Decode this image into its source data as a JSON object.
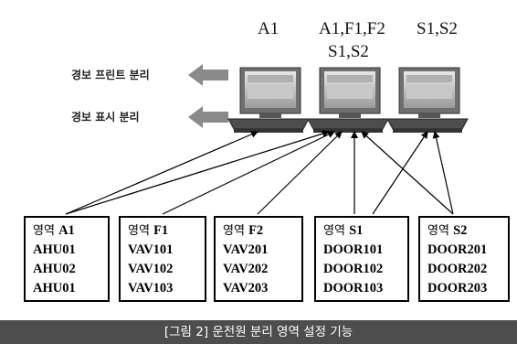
{
  "diagram": {
    "workstations": [
      {
        "label": "A1"
      },
      {
        "label_line1": "A1,F1,F2",
        "label_line2": "S1,S2"
      },
      {
        "label": "S1,S2"
      }
    ],
    "side_labels": {
      "alarm_print": "경보 프린트 분리",
      "alarm_display": "경보 표시 분리"
    },
    "zones": [
      {
        "prefix": "영역",
        "code": "A1",
        "items": [
          "AHU01",
          "AHU02",
          "AHU01"
        ]
      },
      {
        "prefix": "영역",
        "code": "F1",
        "items": [
          "VAV101",
          "VAV102",
          "VAV103"
        ]
      },
      {
        "prefix": "영역",
        "code": "F2",
        "items": [
          "VAV201",
          "VAV202",
          "VAV203"
        ]
      },
      {
        "prefix": "영역",
        "code": "S1",
        "items": [
          "DOOR101",
          "DOOR102",
          "DOOR103"
        ]
      },
      {
        "prefix": "영역",
        "code": "S2",
        "items": [
          "DOOR201",
          "DOOR202",
          "DOOR203"
        ]
      }
    ]
  },
  "caption": "[그림 2] 운전원 분리 영역 설정 기능"
}
